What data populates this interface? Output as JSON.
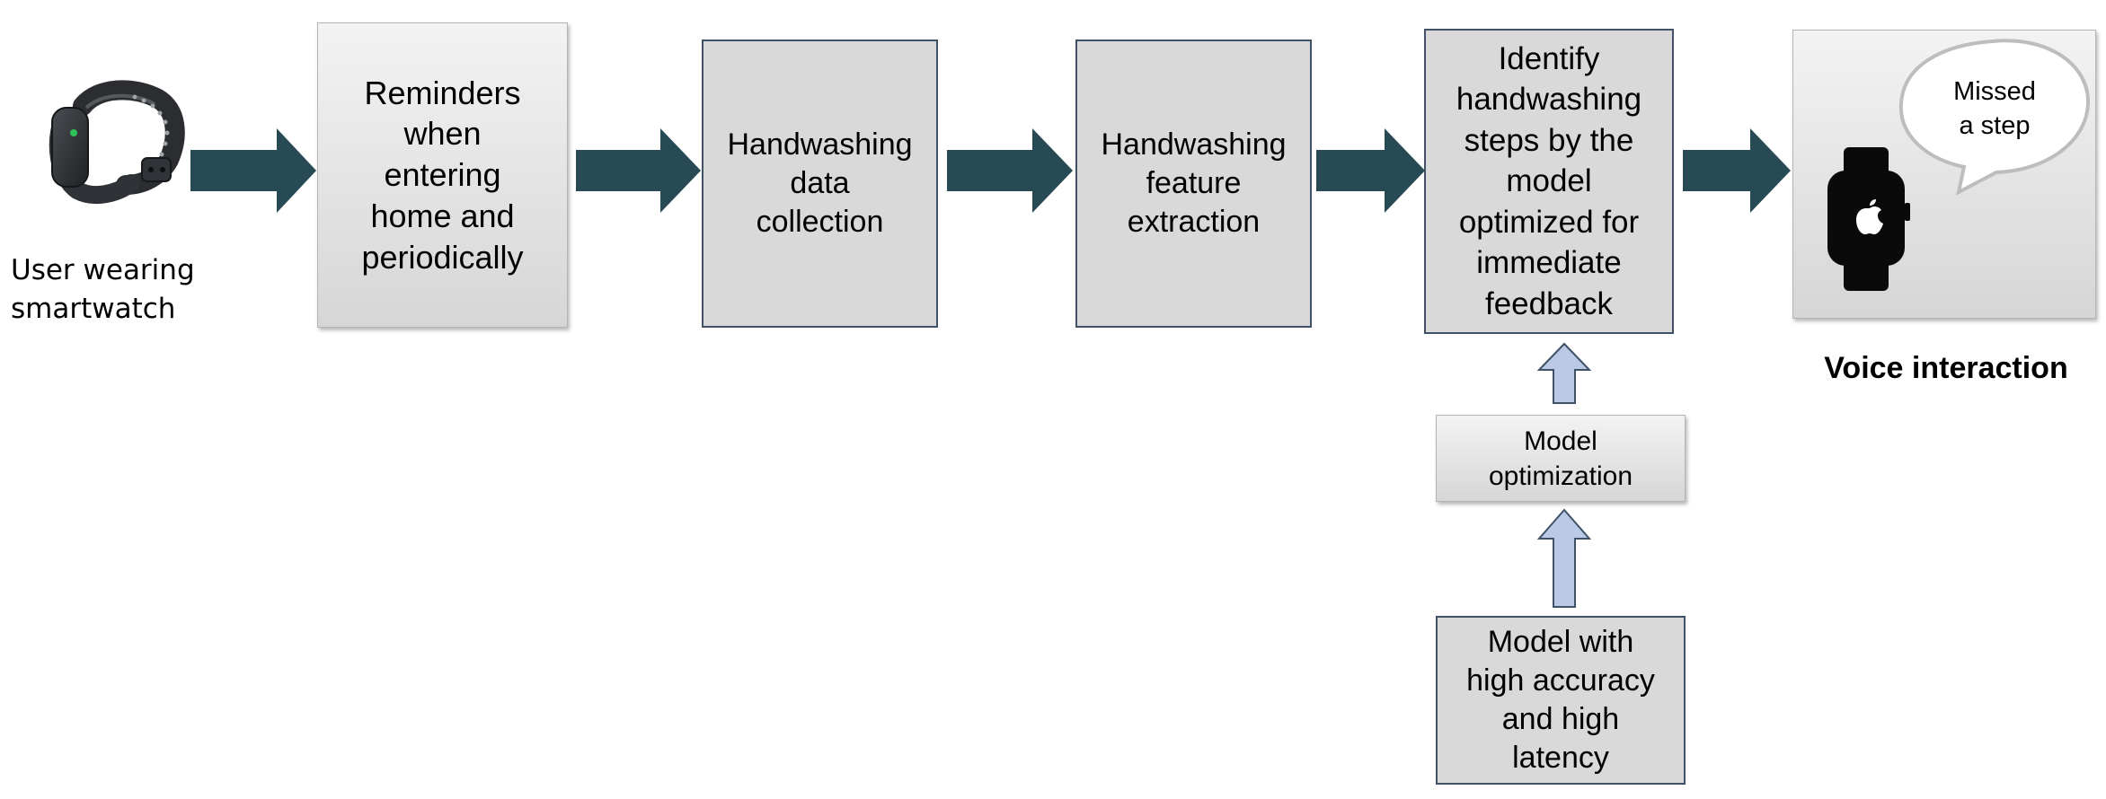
{
  "user": {
    "caption": "User wearing\nsmartwatch"
  },
  "steps": [
    {
      "text": "Reminders\nwhen\nentering\nhome and\nperiodically"
    },
    {
      "text": "Handwashing\ndata\ncollection"
    },
    {
      "text": "Handwashing\nfeature\nextraction"
    },
    {
      "text": "Identify\nhandwashing\nsteps by the\nmodel\noptimized for\nimmediate\nfeedback"
    }
  ],
  "optimization": {
    "text": "Model\noptimization"
  },
  "base_model": {
    "text": "Model with\nhigh accuracy\nand high\nlatency"
  },
  "voice": {
    "bubble": "Missed\na step",
    "caption": "Voice interaction"
  },
  "colors": {
    "arrow": "#284a55",
    "up_arrow": "#b9c9e6",
    "box_border": "#3f5267"
  },
  "icons": {
    "band": "smartwatch-band-icon",
    "watch": "apple-watch-icon"
  }
}
